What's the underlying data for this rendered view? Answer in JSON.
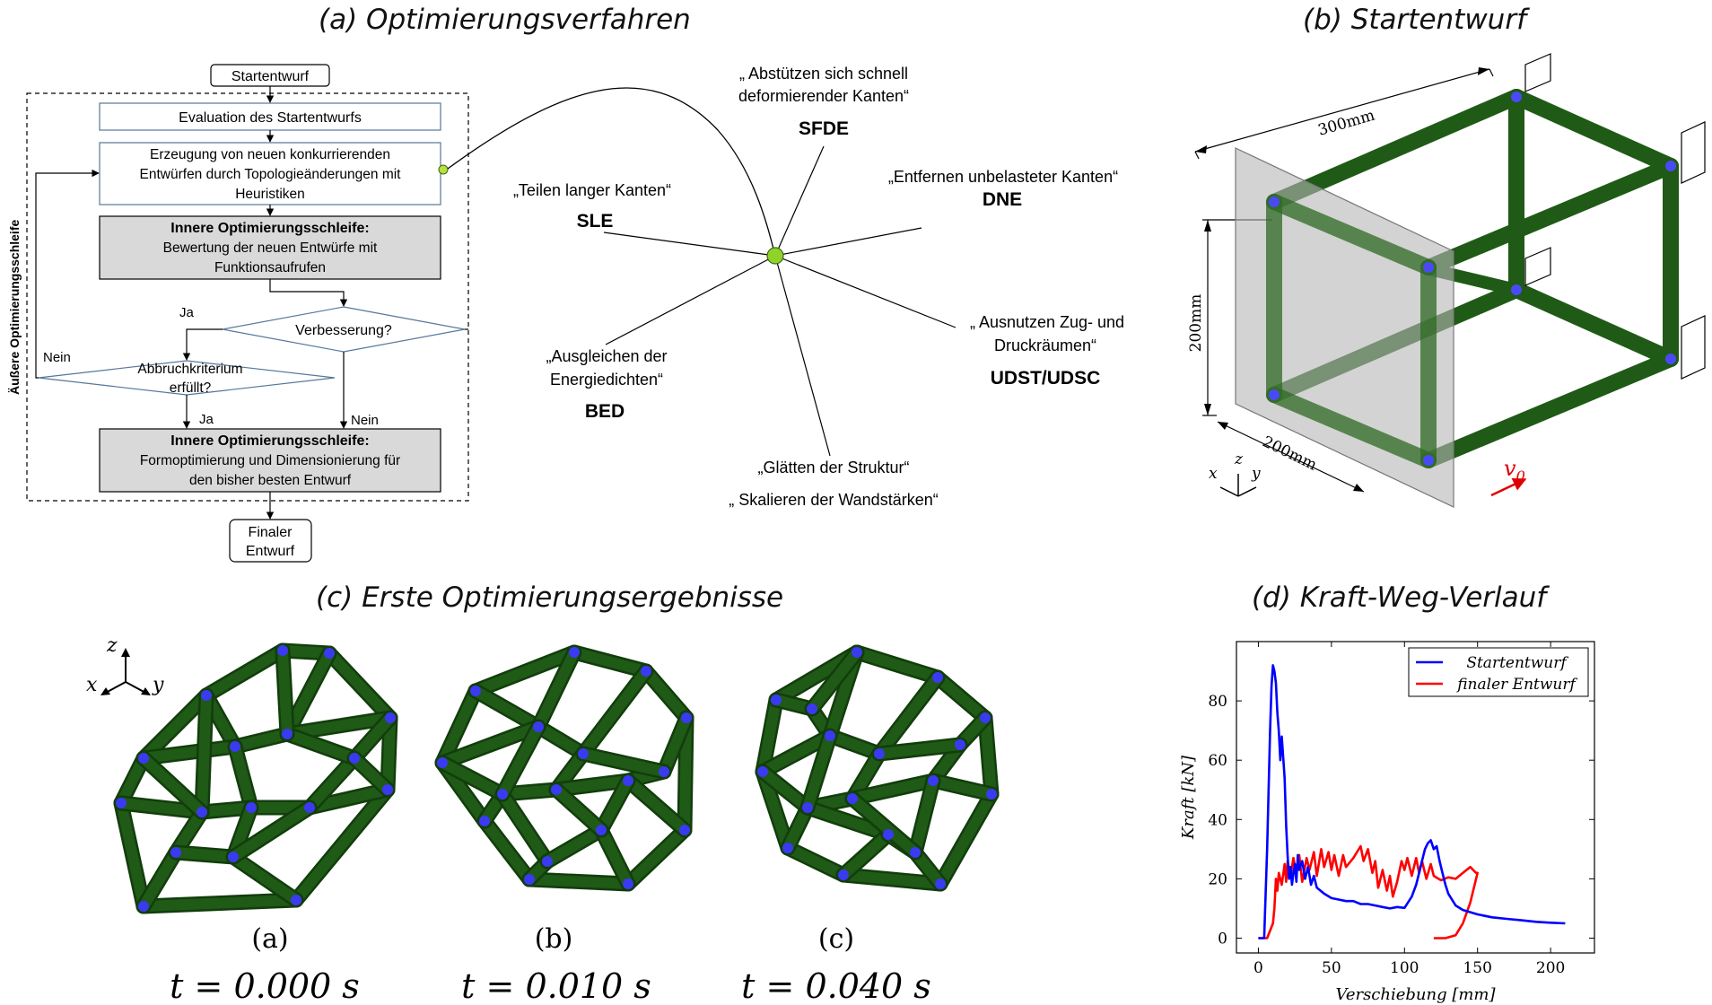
{
  "panels": {
    "a_title": "(a) Optimierungsverfahren",
    "b_title": "(b) Startentwurf",
    "c_title": "(c) Erste Optimierungsergebnisse",
    "d_title": "(d) Kraft-Weg-Verlauf"
  },
  "flowchart": {
    "start": "Startentwurf",
    "eval": "Evaluation des Startentwurfs",
    "gen_1": "Erzeugung von neuen konkurrierenden",
    "gen_2": "Entwürfen durch Topologieänderungen mit",
    "gen_3": "Heuristiken",
    "inner1_title": "Innere Optimierungsschleife:",
    "inner1_1": "Bewertung der neuen Entwürfe mit",
    "inner1_2": "Funktionsaufrufen",
    "decision1": "Verbesserung?",
    "decision2_1": "Abbruchkriterium",
    "decision2_2": "erfüllt?",
    "ja1": "Ja",
    "nein1": "Nein",
    "ja2": "Ja",
    "nein2": "Nein",
    "inner2_title": "Innere Optimierungsschleife:",
    "inner2_1": "Formoptimierung und Dimensionierung für",
    "inner2_2": "den bisher besten Entwurf",
    "final_1": "Finaler",
    "final_2": "Entwurf",
    "outer_loop": "Äußere Optimierungsschleife"
  },
  "heuristics": {
    "sfde_1": "„ Abstützen sich schnell",
    "sfde_2": "deformierender Kanten“",
    "sfde": "SFDE",
    "dne_1": "„Entfernen unbelasteter Kanten“",
    "dne": "DNE",
    "sle_1": "„Teilen langer Kanten“",
    "sle": "SLE",
    "udst_1": "„ Ausnutzen Zug- und",
    "udst_2": "Druckräumen“",
    "udst": "UDST/UDSC",
    "bed_1": "„Ausgleichen der",
    "bed_2": "Energiedichten“",
    "bed": "BED",
    "smooth": "„Glätten der Struktur“",
    "scale": "„ Skalieren der Wandstärken“"
  },
  "startentwurf": {
    "dim_300": "300mm",
    "dim_200_v": "200mm",
    "dim_200_d": "200mm",
    "axis_x": "x",
    "axis_y": "y",
    "axis_z": "z",
    "velocity": "v",
    "velocity_sub": "0"
  },
  "results": {
    "axis_x": "x",
    "axis_y": "y",
    "axis_z": "z",
    "items": [
      {
        "label": "(a)",
        "time": "t = 0.000 s"
      },
      {
        "label": "(b)",
        "time": "t = 0.010 s"
      },
      {
        "label": "(c)",
        "time": "t = 0.040 s"
      }
    ]
  },
  "colors": {
    "strut": "#1f5a16",
    "strut_dark": "#123d0c",
    "node": "#3a3af0",
    "accent_green": "#8fd22a",
    "series_start": "#0000ff",
    "series_final": "#ff0000"
  },
  "chart_data": {
    "type": "line",
    "xlabel": "Verschiebung [mm]",
    "ylabel": "Kraft [kN]",
    "xlim": [
      -15,
      230
    ],
    "ylim": [
      -5,
      100
    ],
    "xticks": [
      0,
      50,
      100,
      150,
      200
    ],
    "yticks": [
      0,
      20,
      40,
      60,
      80
    ],
    "legend_position": "top-right",
    "series": [
      {
        "name": "Startentwurf",
        "color": "#0000ff",
        "x": [
          0,
          4,
          6,
          8,
          9,
          10,
          11,
          12,
          13,
          14,
          15,
          16,
          17,
          18,
          19,
          20,
          21,
          22,
          23,
          24,
          25,
          26,
          27,
          28,
          30,
          32,
          34,
          36,
          38,
          40,
          45,
          50,
          55,
          60,
          65,
          70,
          75,
          80,
          85,
          90,
          95,
          100,
          105,
          108,
          110,
          112,
          114,
          116,
          118,
          120,
          122,
          124,
          126,
          128,
          130,
          135,
          140,
          150,
          160,
          170,
          180,
          190,
          200,
          210
        ],
        "y": [
          0,
          0,
          30,
          70,
          85,
          92,
          90,
          86,
          76,
          70,
          60,
          68,
          61,
          54,
          38,
          28,
          20,
          24,
          18,
          22,
          25,
          19,
          28,
          23,
          26,
          20,
          24,
          18,
          21,
          17,
          15,
          13.5,
          13,
          12.5,
          12.5,
          11.5,
          11.5,
          11,
          10.5,
          10,
          10.5,
          10.2,
          14,
          18,
          22,
          26,
          30,
          32,
          33,
          30,
          31,
          26,
          22,
          18,
          15,
          11,
          9.5,
          8,
          7,
          6.5,
          6,
          5.5,
          5.2,
          5
        ]
      },
      {
        "name": "finaler Entwurf",
        "color": "#ff0000",
        "x": [
          0,
          6,
          10,
          11,
          12,
          13,
          14,
          16,
          18,
          19,
          20,
          22,
          24,
          26,
          28,
          30,
          33,
          35,
          38,
          40,
          43,
          45,
          48,
          50,
          52,
          55,
          58,
          60,
          65,
          70,
          72,
          75,
          78,
          80,
          82,
          85,
          88,
          90,
          92,
          95,
          98,
          100,
          102,
          105,
          108,
          110,
          112,
          115,
          118,
          120,
          125,
          130,
          135,
          140,
          145,
          147,
          149,
          150,
          145,
          140,
          135,
          128,
          120
        ],
        "y": [
          0,
          0,
          5,
          10,
          20,
          16,
          22,
          18,
          25,
          19,
          26,
          21,
          27,
          22,
          28,
          19,
          27,
          23,
          29,
          21,
          30,
          24,
          29,
          23,
          28,
          21,
          28,
          24,
          27,
          31,
          26,
          30,
          22,
          26,
          17,
          23,
          16,
          21,
          14,
          19,
          26,
          23,
          27,
          21,
          27,
          22,
          26,
          20,
          25,
          21,
          19.5,
          20.5,
          20,
          22,
          24,
          23,
          22,
          22,
          12,
          5,
          1,
          0,
          0
        ]
      }
    ]
  }
}
